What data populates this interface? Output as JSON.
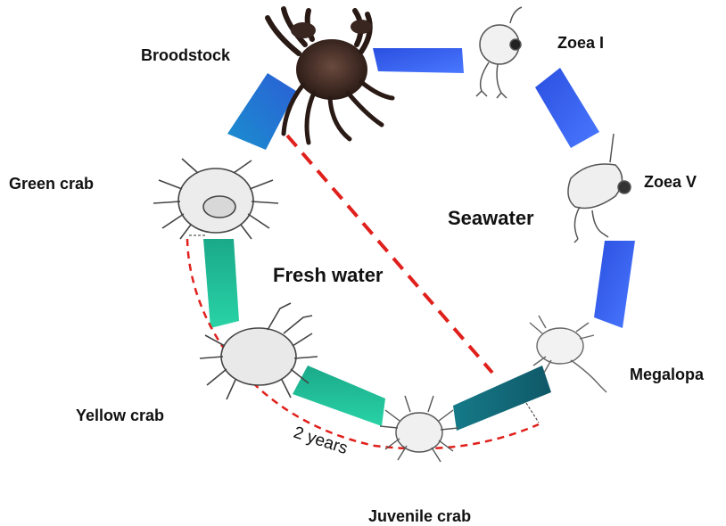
{
  "stages": {
    "broodstock": "Broodstock",
    "zoea_1": "Zoea I",
    "zoea_5": "Zoea V",
    "megalopa": "Megalopa",
    "juvenile": "Juvenile crab",
    "yellow": "Yellow crab",
    "green": "Green crab"
  },
  "habitats": {
    "seawater": "Seawater",
    "fresh_water": "Fresh water"
  },
  "duration": {
    "label": "2  years"
  },
  "colors": {
    "seawater_arc": "#3a5cf0",
    "broodstock_arc": "#1a8fd0",
    "freshwater_arc": "#1fbf9a",
    "juvenile_arc": "#1a7080",
    "dashed_line": "#e0201c"
  }
}
